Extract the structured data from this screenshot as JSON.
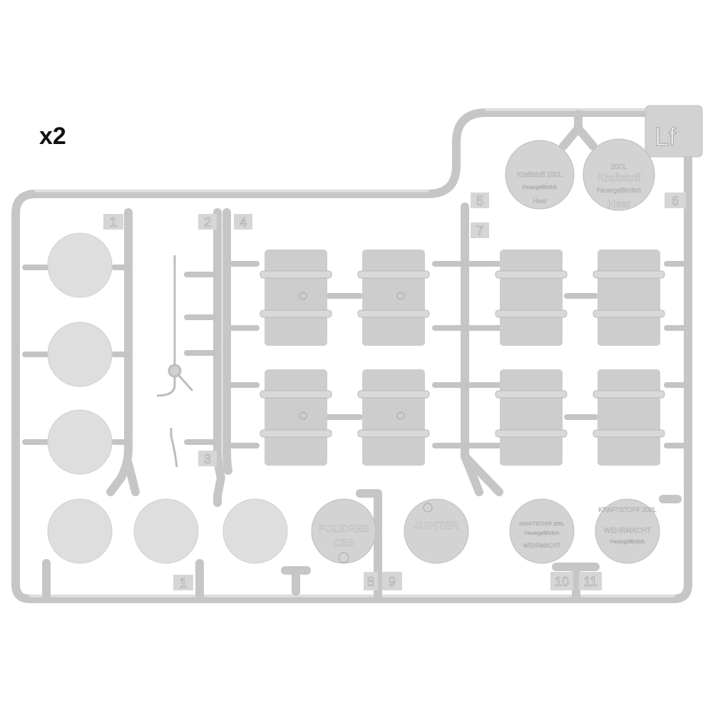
{
  "quantity_label": "x2",
  "sprue_letter": "Lf",
  "part_numbers": {
    "p1a": "1",
    "p1b": "1",
    "p2": "2",
    "p3": "3",
    "p4": "4",
    "p5": "5",
    "p6": "6",
    "p7": "7",
    "p8": "8",
    "p9": "9",
    "p10": "10",
    "p11": "11"
  },
  "lids": {
    "lid5": {
      "line1": "Kraftstoff 200L",
      "line2": "Feuergefährlich",
      "line3": "Heer"
    },
    "lid6": {
      "line0": "200L",
      "line1": "Kraftstoff",
      "line2": "Feuergefährlich",
      "line3": "Heer"
    },
    "lid8": {
      "line1": "POLIDRES",
      "line2": "CBS"
    },
    "lid9": {
      "line1": "JUPITER"
    },
    "lid10": {
      "line1": "KRAFTSTOFF 200L",
      "line2": "Feuergefährlich",
      "line3": "WEHRMACHT"
    },
    "lid11": {
      "arc": "KRAFTSTOFF 200L",
      "line1": "WEHRMACHT",
      "line2": "Feuergefährlich"
    }
  },
  "barrels": {
    "columns": 4,
    "rows": 2
  }
}
